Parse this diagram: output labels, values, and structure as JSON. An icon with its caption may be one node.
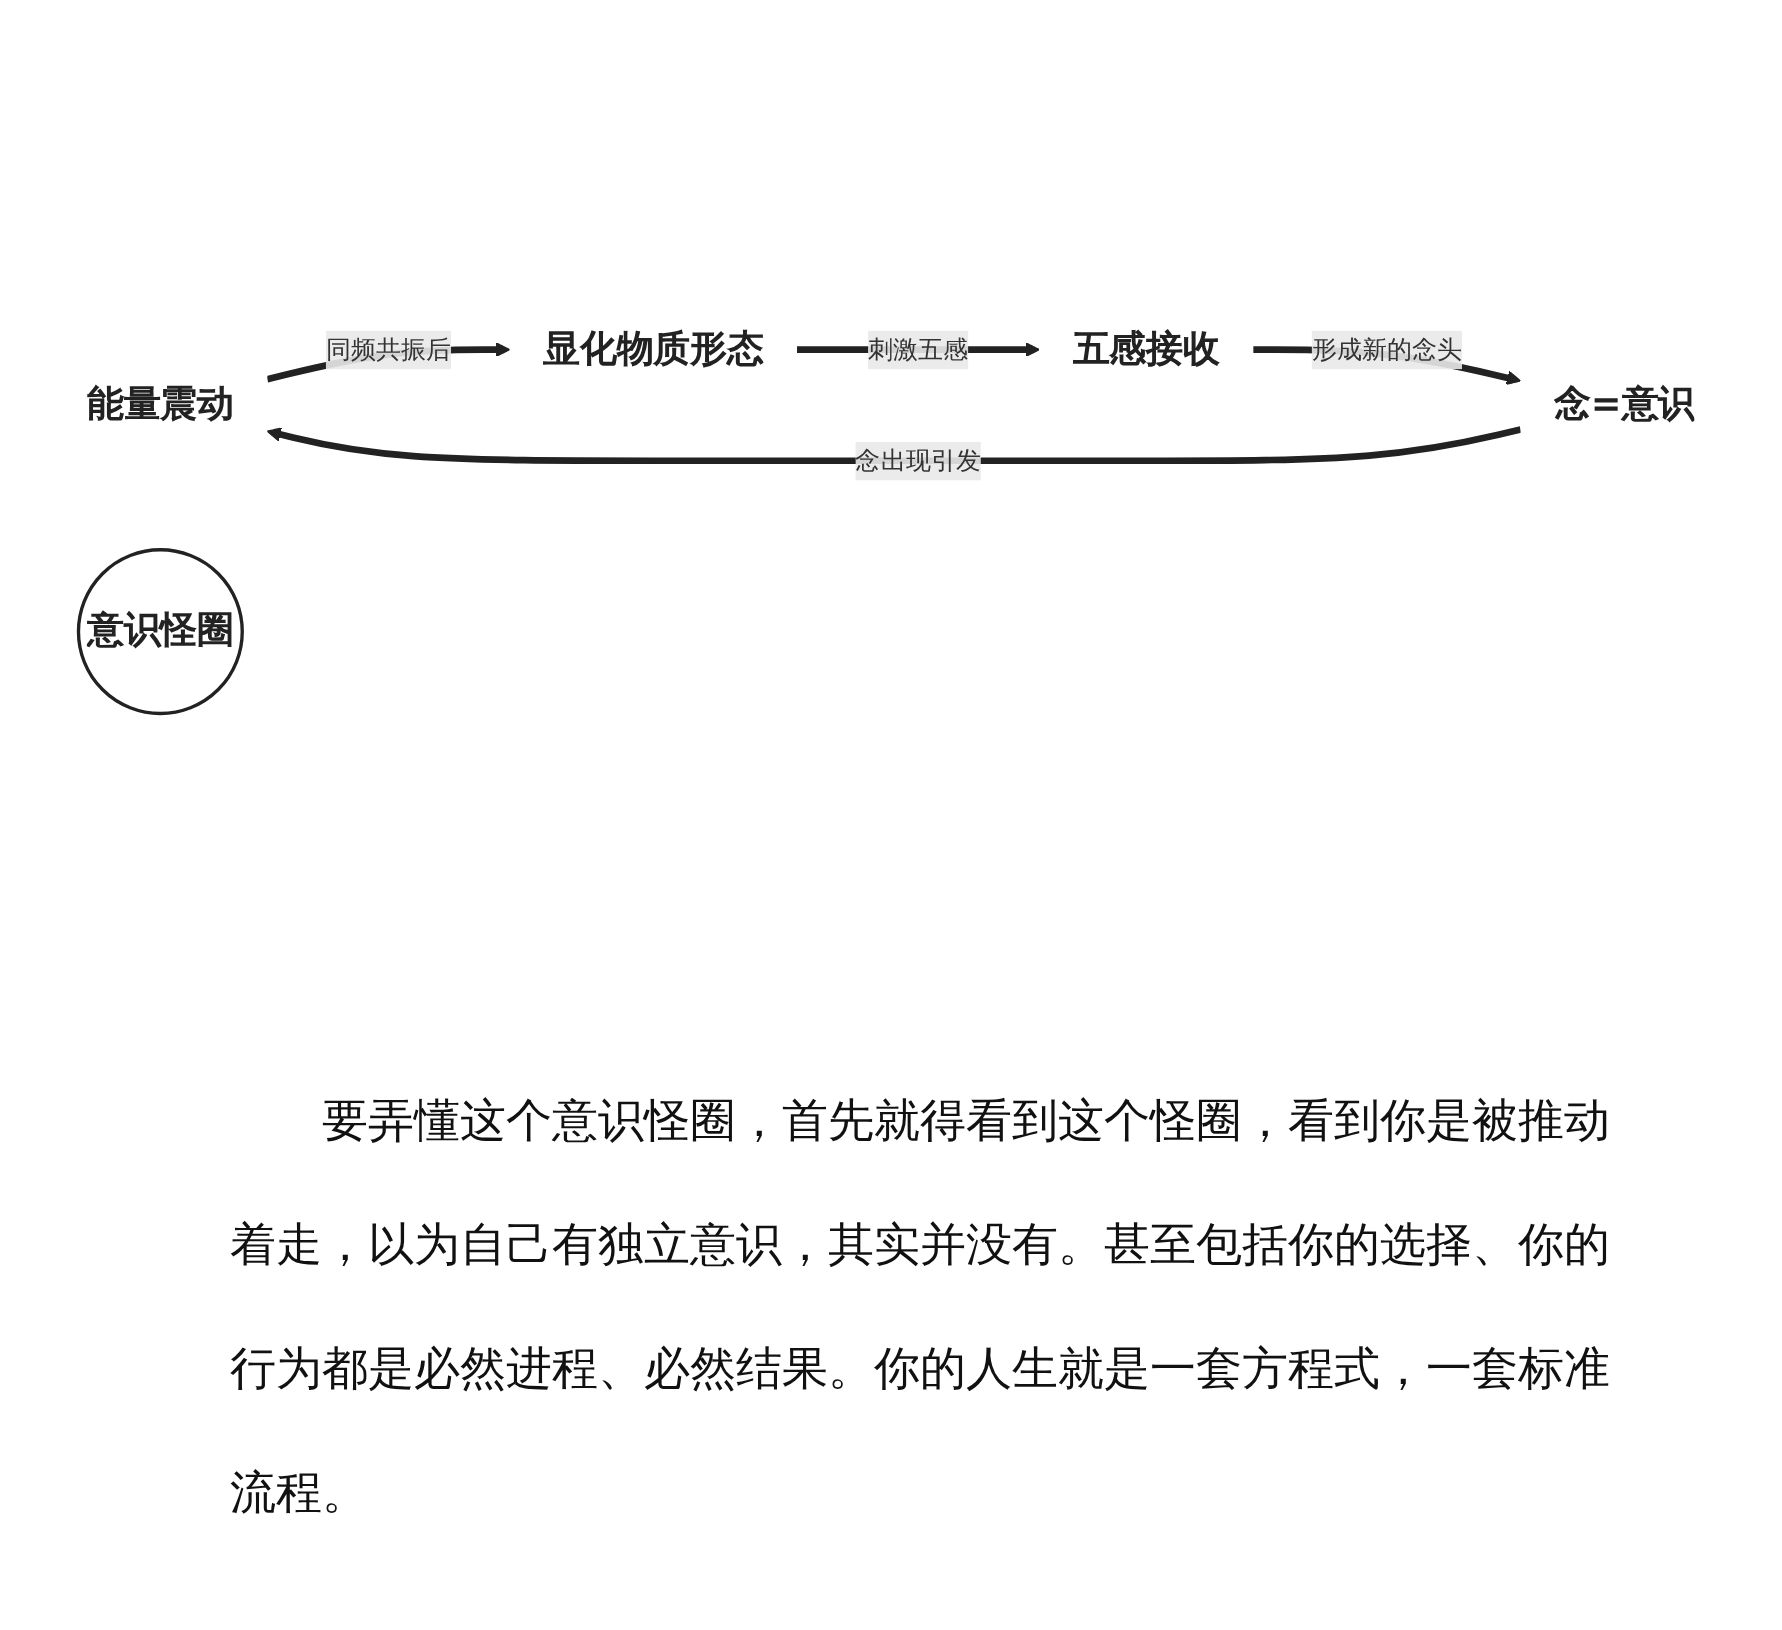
{
  "diagram": {
    "nodes": [
      {
        "text": [
          "能量震动"
        ]
      },
      {
        "text": [
          "念=意识"
        ]
      },
      {
        "text": [
          "意识怪圈"
        ]
      },
      {
        "text": [
          "显化物质形态"
        ]
      },
      {
        "text": [
          "五感接收"
        ]
      }
    ],
    "edges": [
      {
        "from": 1,
        "to": 0,
        "arrow": "to",
        "label": "念出现引发"
      },
      {
        "from": 0,
        "to": 3,
        "arrow": "to",
        "label": "同频共振后"
      },
      {
        "from": 3,
        "to": 4,
        "arrow": "to",
        "label": "刺激五感"
      },
      {
        "from": 4,
        "to": 1,
        "arrow": "to",
        "label": "形成新的念头"
      }
    ],
    "caption": "要弄懂这个意识怪圈，首先就得看到这个怪圈，看到你是被推动着走，以为自己有独立意识，其实并没有。甚至包括你的选择、你的行为都是必然进程、必然结果。你的人生就是一套方程式，一套标准流程。"
  }
}
